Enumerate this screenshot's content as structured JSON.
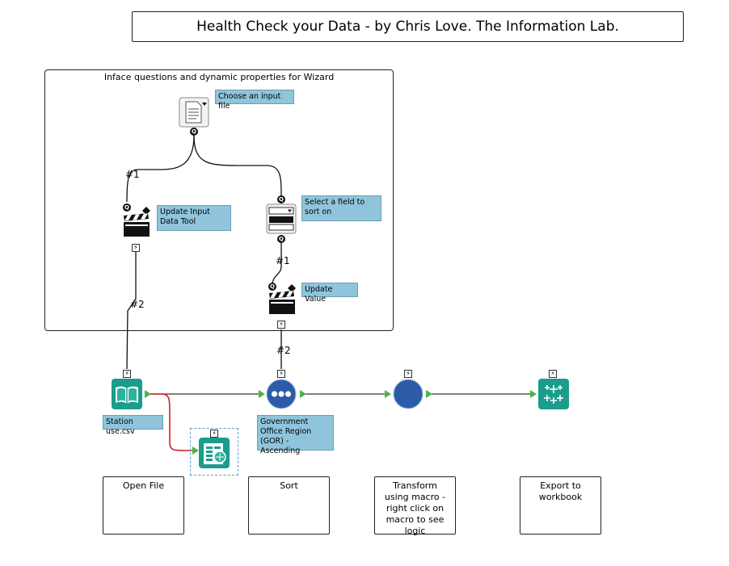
{
  "title": "Health Check your Data - by Chris Love. The Information Lab.",
  "container": {
    "title": "Inface questions and dynamic properties for Wizard"
  },
  "annotations": {
    "file_browse": "Choose an input file",
    "update_input": "Update Input Data Tool",
    "select_field": "Select a field to sort on",
    "update_value": "Update Value",
    "input_file": "Station use.csv",
    "sort": "Government Office Region (GOR) - Ascending"
  },
  "connection_labels": {
    "c1": "#1",
    "c2": "#1",
    "c3": "#2",
    "c4": "#2"
  },
  "comments": [
    {
      "text": "Open File"
    },
    {
      "text": "Sort"
    },
    {
      "text": "Transform using macro - right click on macro to see logic"
    },
    {
      "text": "Export to workbook"
    }
  ],
  "icons": {
    "file_browse": "file-browse-icon",
    "action": "clapperboard-action-icon",
    "dropdown": "dropdown-icon",
    "input": "input-data-book-icon",
    "sort": "sort-dots-icon",
    "macro": "macro-circle-icon",
    "output": "tableau-output-icon",
    "browse": "browse-icon"
  },
  "colors": {
    "annotation_bg": "#8fc4dc",
    "teal_tool": "#1b9c8c",
    "blue_tool": "#2c5ca8",
    "red_wire": "#d42020",
    "anchor_green": "#4db34d"
  }
}
